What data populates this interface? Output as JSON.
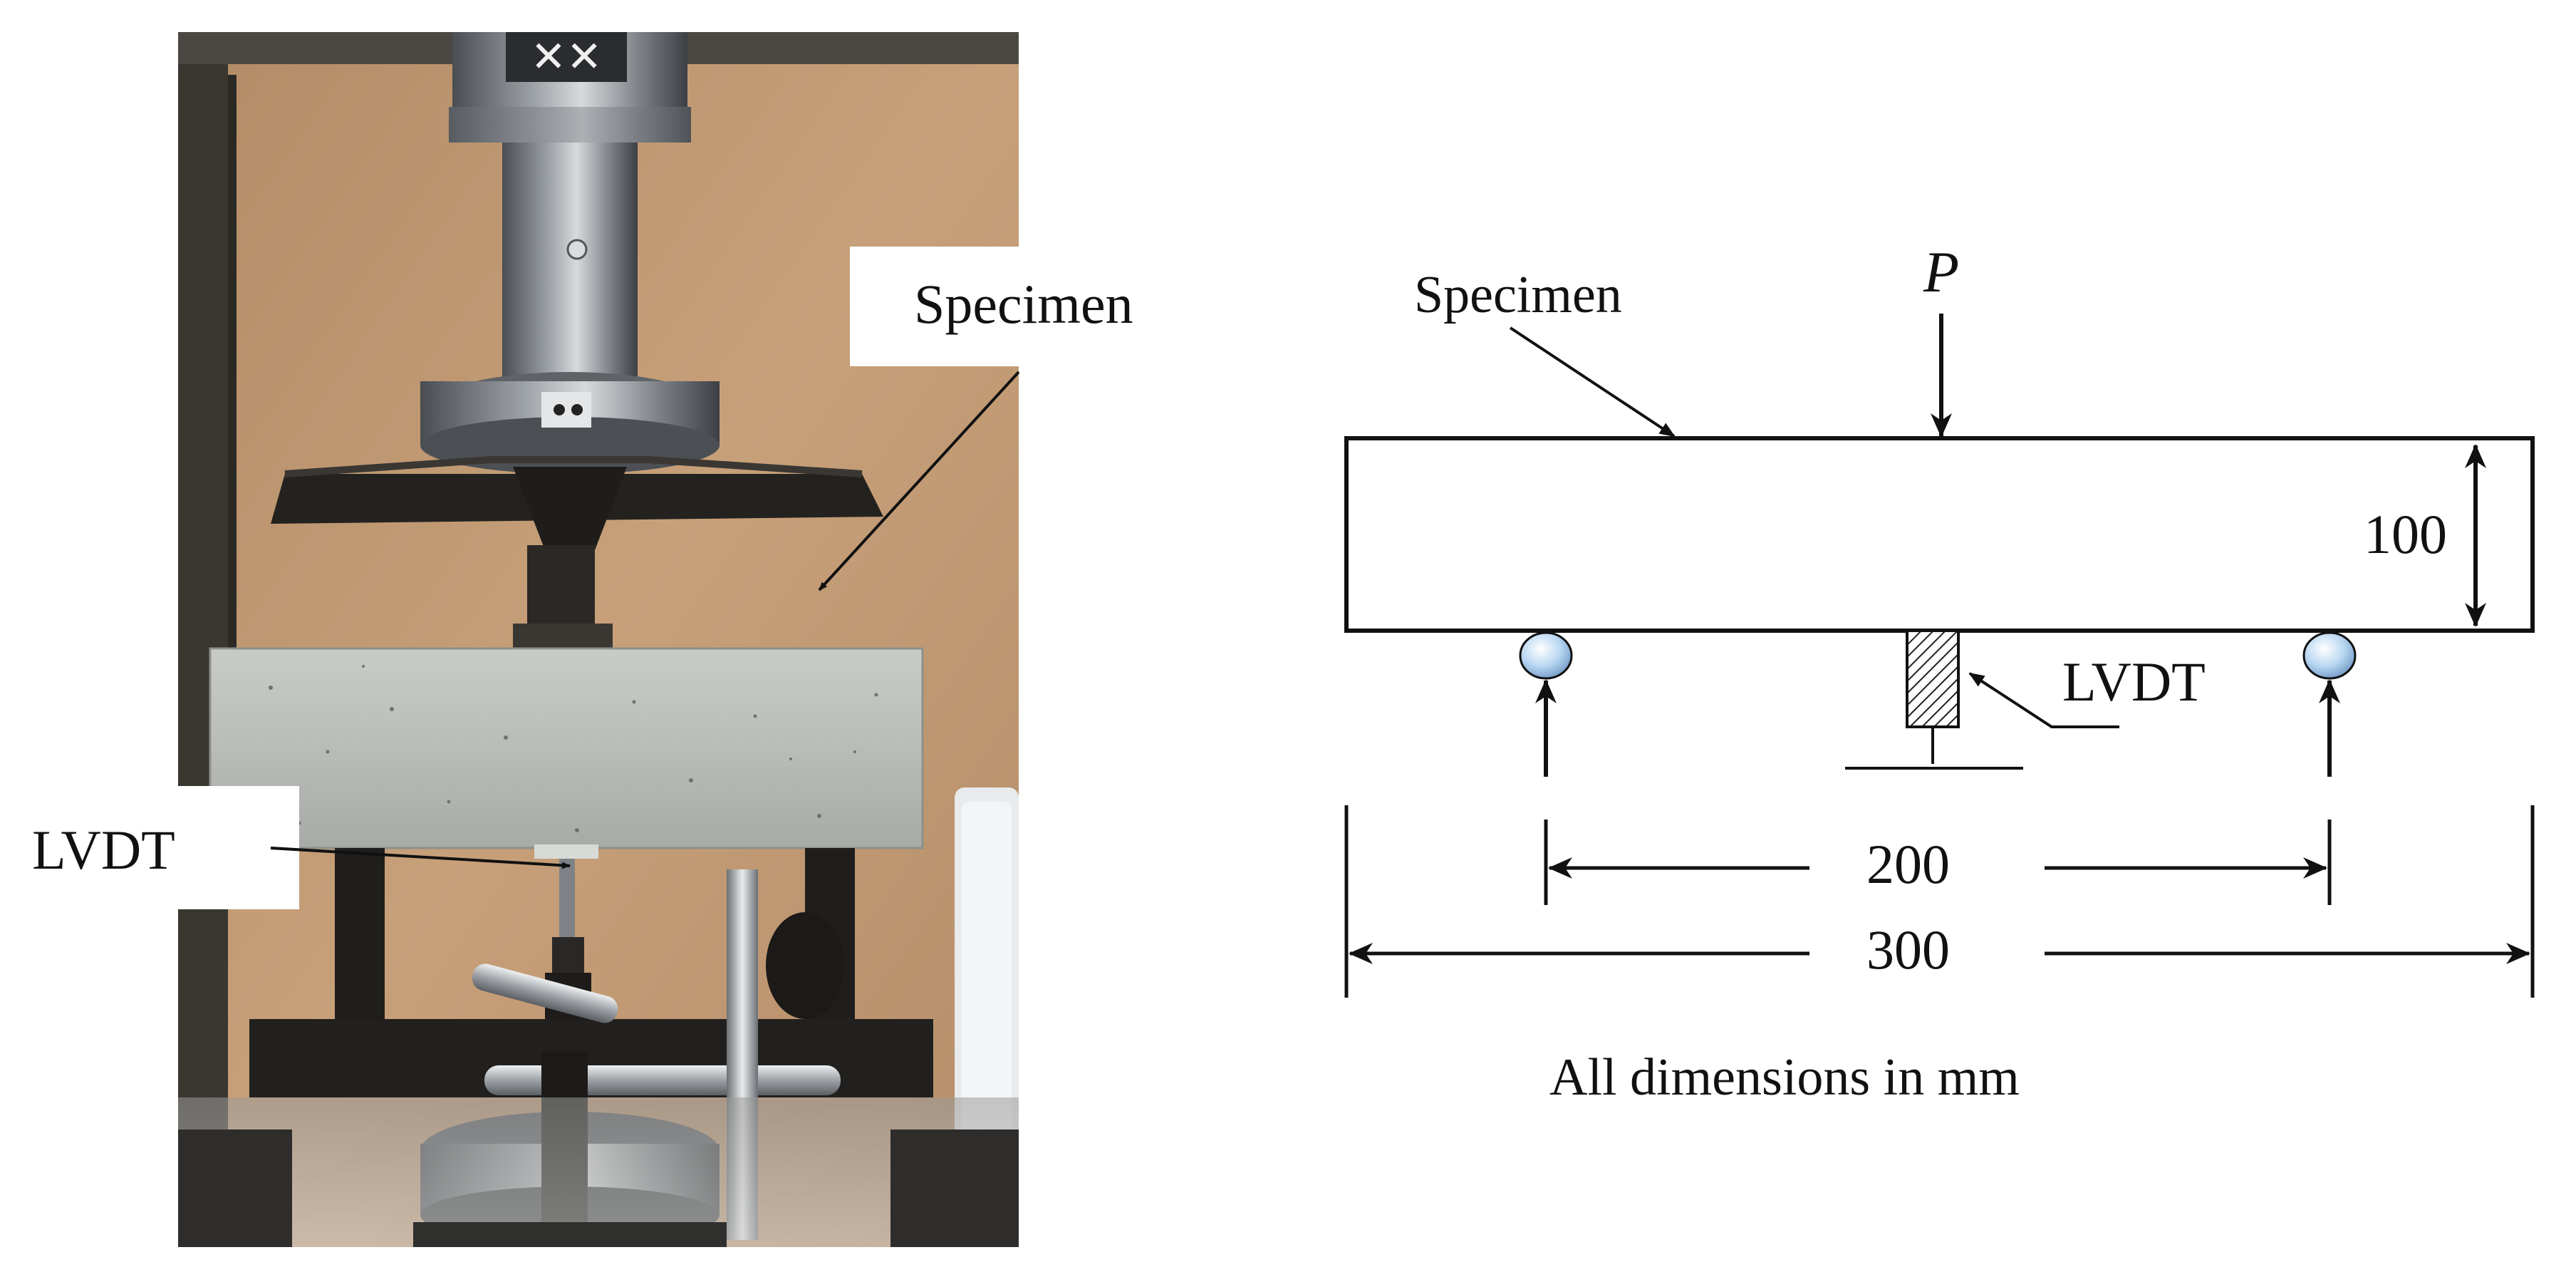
{
  "photo": {
    "labels": {
      "specimen": "Specimen",
      "lvdt": "LVDT"
    }
  },
  "schematic": {
    "specimen_label": "Specimen",
    "load_label": "P",
    "lvdt_label": "LVDT",
    "dimensions": {
      "height": "100",
      "support_span": "200",
      "total_length": "300"
    },
    "units_note": "All dimensions in mm"
  }
}
